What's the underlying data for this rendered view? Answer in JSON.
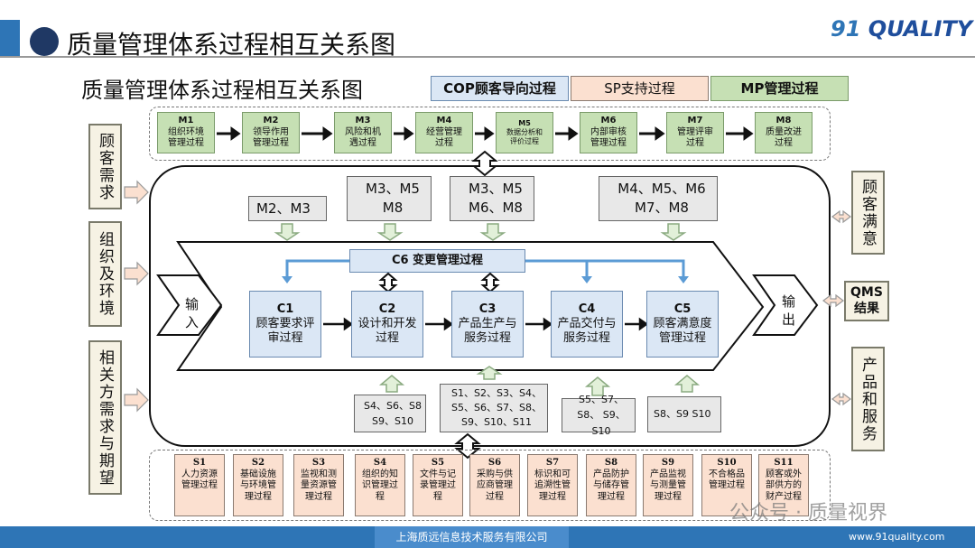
{
  "header": {
    "title": "质量管理体系过程相互关系图",
    "logo": "91 QUALITY"
  },
  "subtitle": "质量管理体系过程相互关系图",
  "legend": {
    "cop": "COP顾客导向过程",
    "sp": "SP支持过程",
    "mp": "MP管理过程"
  },
  "colors": {
    "mp": "#c6e0b4",
    "sp": "#fbe0d0",
    "cop": "#dbe7f5",
    "footer": "#2e75b6"
  },
  "m_processes": [
    {
      "id": "M1",
      "name": "组织环境管理过程"
    },
    {
      "id": "M2",
      "name": "领导作用管理过程"
    },
    {
      "id": "M3",
      "name": "风险和机遇过程"
    },
    {
      "id": "M4",
      "name": "经营管理过程"
    },
    {
      "id": "M5",
      "name": "数据分析和评价过程"
    },
    {
      "id": "M6",
      "name": "内部审核管理过程"
    },
    {
      "id": "M7",
      "name": "管理评审过程"
    },
    {
      "id": "M8",
      "name": "质量改进过程"
    }
  ],
  "m_refs": [
    "M2、M3",
    "M3、M5 M8",
    "M3、M5 M6、M8",
    "M4、M5、M6 M7、M8"
  ],
  "c6": "C6 变更管理过程",
  "c_processes": [
    {
      "id": "C1",
      "name": "顾客要求评审过程"
    },
    {
      "id": "C2",
      "name": "设计和开发过程"
    },
    {
      "id": "C3",
      "name": "产品生产与服务过程"
    },
    {
      "id": "C4",
      "name": "产品交付与服务过程"
    },
    {
      "id": "C5",
      "name": "顾客满意度管理过程"
    }
  ],
  "input": "输入",
  "output": "输出",
  "s_refs": [
    "S4、S6、S8 S9、S10",
    "S1、S2、S3、S4、 S5、S6、S7、S8、 S9、S10、S11",
    "S5、S7、S8、 S9、S10",
    "S8、S9 S10"
  ],
  "s_processes": [
    {
      "id": "S1",
      "name": "人力资源管理过程"
    },
    {
      "id": "S2",
      "name": "基础设施与环境管理过程"
    },
    {
      "id": "S3",
      "name": "监视和测量资源管理过程"
    },
    {
      "id": "S4",
      "name": "组织的知识管理过程"
    },
    {
      "id": "S5",
      "name": "文件与记录管理过程"
    },
    {
      "id": "S6",
      "name": "采购与供应商管理过程"
    },
    {
      "id": "S7",
      "name": "标识和可追溯性管理过程"
    },
    {
      "id": "S8",
      "name": "产品防护与储存管理过程"
    },
    {
      "id": "S9",
      "name": "产品监视与测量管理过程"
    },
    {
      "id": "S10",
      "name": "不合格品管理过程"
    },
    {
      "id": "S11",
      "name": "顾客或外部供方的财产过程"
    }
  ],
  "left": [
    "顾客需求",
    "组织及环境",
    "相关方需求与期望"
  ],
  "right": [
    "顾客满意",
    "QMS结果",
    "产品和服务"
  ],
  "watermark": "公众号 · 质量视界",
  "footer": {
    "company": "上海质远信息技术服务有限公司",
    "url": "www.91quality.com"
  }
}
